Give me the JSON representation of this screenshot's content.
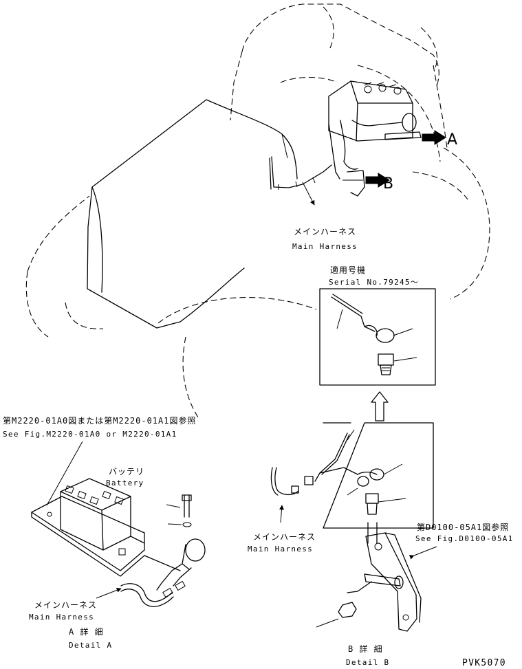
{
  "labels": {
    "main_harness_top_jp": "メインハーネス",
    "main_harness_top_en": "Main Harness",
    "arrow_a": "A",
    "arrow_b": "B",
    "serial_jp": "適用号機",
    "serial_en": "Serial No.79245～",
    "ref_top_jp": "第M2220-01A0図または第M2220-01A1図参照",
    "ref_top_en": "See Fig.M2220-01A0 or M2220-01A1",
    "battery_jp": "バッテリ",
    "battery_en": "Battery",
    "main_harness_a_jp": "メインハーネス",
    "main_harness_a_en": "Main Harness",
    "detail_a_jp": "A 詳 細",
    "detail_a_en": "Detail A",
    "main_harness_b_jp": "メインハーネス",
    "main_harness_b_en": "Main Harness",
    "ref_b_jp": "第D0100-05A1図参照",
    "ref_b_en": "See Fig.D0100-05A1",
    "detail_b_jp": "B 詳 細",
    "detail_b_en": "Detail B",
    "drawing_code": "PVK5070"
  }
}
